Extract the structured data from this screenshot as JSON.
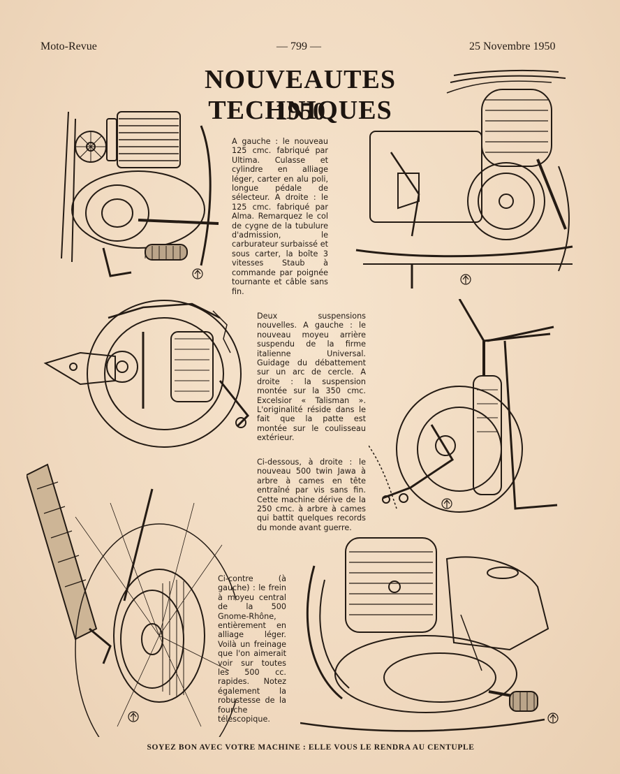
{
  "header": {
    "publication": "Moto-Revue",
    "page_number": "— 799 —",
    "date": "25 Novembre 1950"
  },
  "title": {
    "main": "NOUVEAUTES TECHNIQUES",
    "year": "1950"
  },
  "captions": {
    "c1": "A gauche : le nouveau 125 cmc. fabriqué par Ultima. Culasse et cylindre en alliage léger, carter en alu poli, longue pédale de sélecteur. A droite : le 125 cmc. fabriqué par Alma. Remarquez le col de cygne de la tubulure d'admission, le carburateur surbaissé et sous carter, la boîte 3 vitesses Staub à commande par poignée tournante et câble sans fin.",
    "c2": "Deux suspensions nouvelles. A gauche : le nouveau moyeu arrière suspendu de la firme italienne Universal. Guidage du débattement sur un arc de cercle. A droite : la suspension montée sur la 350 cmc. Excelsior « Talisman ». L'originalité réside dans le fait que la patte est montée sur le coulisseau extérieur.",
    "c3": "Ci-dessous, à droite : le nouveau 500 twin Jawa à arbre à cames en tête entraîné par vis sans fin. Cette machine dérive de la 250 cmc. à arbre à cames qui battit quelques records du monde avant guerre.",
    "c4": "Ci-contre (à gauche) : le frein à moyeu central de la 500 Gnome-Rhône, entièrement en alliage léger. Voilà un freinage que l'on aimerait voir sur toutes les 500 cc. rapides. Notez également la robustesse de la fourche télescopique."
  },
  "footer": "SOYEZ BON AVEC VOTRE MACHINE : ELLE VOUS LE RENDRA AU CENTUPLE",
  "colors": {
    "paper": "#f1dcc3",
    "ink": "#1f1712"
  }
}
